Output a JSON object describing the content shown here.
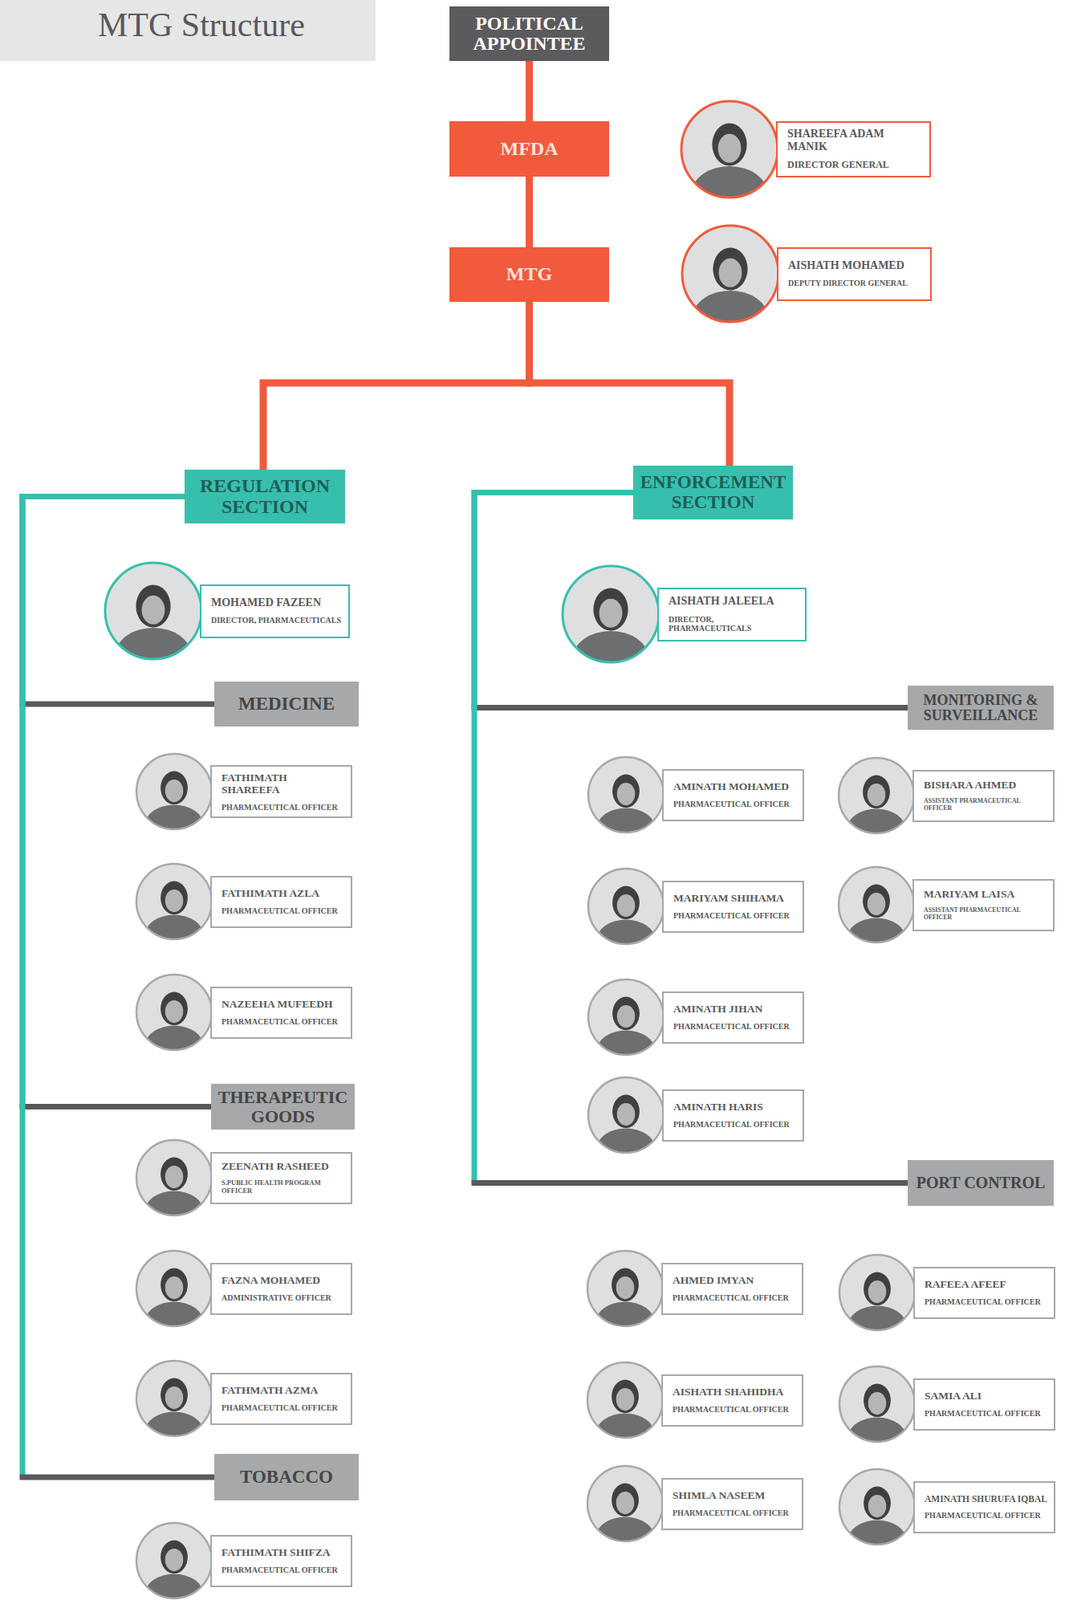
{
  "diagram": {
    "title": "MTG Structure",
    "nodes": [
      {
        "text": [
          "POLITICAL APPOINTEE"
        ]
      },
      {
        "text": [
          "MFDA"
        ]
      },
      {
        "text": [
          "MTG"
        ]
      },
      {
        "text": [
          "SHAREEFA ADAM MANIK",
          "DIRECTOR GENERAL"
        ]
      },
      {
        "text": [
          "AISHATH MOHAMED",
          "DEPUTY DIRECTOR GENERAL"
        ]
      },
      {
        "text": [
          "REGULATION SECTION"
        ]
      },
      {
        "text": [
          "MOHAMED FAZEEN",
          "DIRECTOR, PHARMACEUTICALS"
        ]
      },
      {
        "text": [
          "MEDICINE"
        ]
      },
      {
        "text": [
          "FATHIMATH SHAREEFA",
          "PHARMACEUTICAL OFFICER"
        ]
      },
      {
        "text": [
          "FATHIMATH AZLA",
          "PHARMACEUTICAL OFFICER"
        ]
      },
      {
        "text": [
          "NAZEEHA MUFEEDH",
          "PHARMACEUTICAL OFFICER"
        ]
      },
      {
        "text": [
          "THERAPEUTIC GOODS"
        ]
      },
      {
        "text": [
          "ZEENATH RASHEED",
          "S.PUBLIC HEALTH PROGRAM OFFICER"
        ]
      },
      {
        "text": [
          "FAZNA MOHAMED",
          "ADMINISTRATIVE OFFICER"
        ]
      },
      {
        "text": [
          "FATHMATH AZMA",
          "PHARMACEUTICAL OFFICER"
        ]
      },
      {
        "text": [
          "TOBACCO"
        ]
      },
      {
        "text": [
          "FATHIMATH SHIFZA",
          "PHARMACEUTICAL OFFICER"
        ]
      },
      {
        "text": [
          "ENFORCEMENT SECTION"
        ]
      },
      {
        "text": [
          "AISHATH JALEELA",
          "DIRECTOR, PHARMACEUTICALS"
        ]
      },
      {
        "text": [
          "MONITORING & SURVEILLANCE"
        ]
      },
      {
        "text": [
          "AMINATH MOHAMED",
          "PHARMACEUTICAL OFFICER"
        ]
      },
      {
        "text": [
          "BISHARA AHMED",
          "ASSISTANT PHARMACEUTICAL OFFICER"
        ]
      },
      {
        "text": [
          "MARIYAM SHIHAMA",
          "PHARMACEUTICAL OFFICER"
        ]
      },
      {
        "text": [
          "MARIYAM LAISA",
          "ASSISTANT PHARMACEUTICAL OFFICER"
        ]
      },
      {
        "text": [
          "AMINATH JIHAN",
          "PHARMACEUTICAL OFFICER"
        ]
      },
      {
        "text": [
          "AMINATH HARIS",
          "PHARMACEUTICAL OFFICER"
        ]
      },
      {
        "text": [
          "PORT CONTROL"
        ]
      },
      {
        "text": [
          "AHMED IMYAN",
          "PHARMACEUTICAL OFFICER"
        ]
      },
      {
        "text": [
          "RAFEEA AFEEF",
          "PHARMACEUTICAL OFFICER"
        ]
      },
      {
        "text": [
          "AISHATH SHAHIDHA",
          "PHARMACEUTICAL OFFICER"
        ]
      },
      {
        "text": [
          "SAMIA ALI",
          "PHARMACEUTICAL OFFICER"
        ]
      },
      {
        "text": [
          "SHIMLA NASEEM",
          "PHARMACEUTICAL OFFICER"
        ]
      },
      {
        "text": [
          "AMINATH SHURUFA IQBAL",
          "PHARMACEUTICAL OFFICER"
        ]
      }
    ],
    "edges": [
      {
        "from": 0,
        "to": 1,
        "arrow": "none"
      },
      {
        "from": 1,
        "to": 2,
        "arrow": "none"
      },
      {
        "from": 2,
        "to": 5,
        "arrow": "none"
      },
      {
        "from": 2,
        "to": 17,
        "arrow": "none"
      },
      {
        "from": 5,
        "to": 7,
        "arrow": "none"
      },
      {
        "from": 5,
        "to": 11,
        "arrow": "none"
      },
      {
        "from": 5,
        "to": 15,
        "arrow": "none"
      },
      {
        "from": 17,
        "to": 19,
        "arrow": "none"
      },
      {
        "from": 17,
        "to": 26,
        "arrow": "none"
      }
    ]
  }
}
